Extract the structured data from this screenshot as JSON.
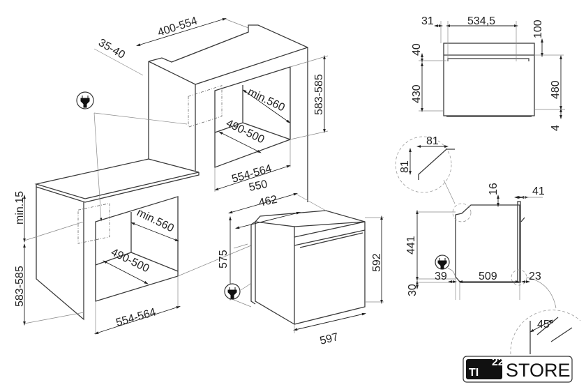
{
  "left_cabinet": {
    "top_width": "400-554",
    "back_gap": "35-40",
    "column_height": "583-585",
    "column_depth": "min.560",
    "column_inner_depth": "490-500",
    "column_width": "554-564",
    "counter_gap": "min.15",
    "under_height": "583-585",
    "under_depth": "min.560",
    "under_inner_depth": "490-500",
    "under_width": "554-564"
  },
  "oven_perspective": {
    "depth_total": "550",
    "depth_body": "462",
    "body_height": "575",
    "front_height": "592",
    "front_width": "597"
  },
  "front_view": {
    "side_offset": "31",
    "inner_width": "534,5",
    "top_offset": "100",
    "panel_height": "40",
    "door_height": "430",
    "body_height": "480",
    "bottom_gap": "4"
  },
  "side_view": {
    "chamfer_w": "81",
    "chamfer_h": "81",
    "top_gap": "16",
    "door_depth": "41",
    "height": "441",
    "bottom": "30",
    "rear": "39",
    "depth": "509",
    "front": "23",
    "angle": "45°"
  },
  "logo": {
    "brand": "TI",
    "superscript": "22",
    "name": "STORE"
  },
  "colors": {
    "line": "#3a3a3a",
    "text": "#222222",
    "logo_bg": "#111111"
  }
}
